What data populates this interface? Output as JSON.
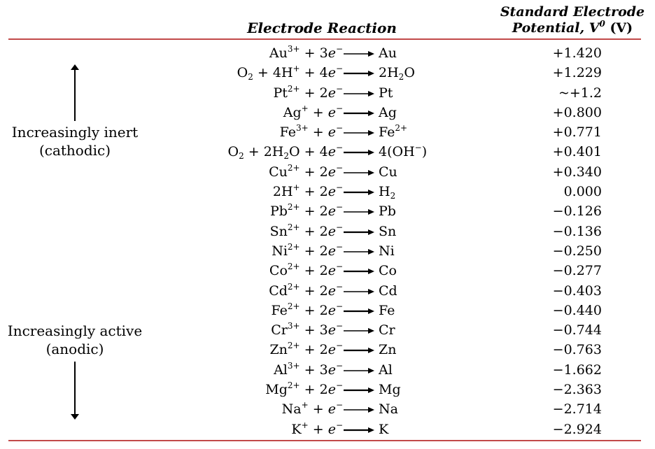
{
  "header": {
    "reaction": "Electrode Reaction",
    "potential_line1": "Standard Electrode",
    "potential_line2": "Potential, V",
    "potential_sup": "0",
    "potential_unit": "(V)"
  },
  "labels": {
    "inert_1": "Increasingly inert",
    "inert_2": "(cathodic)",
    "active_1": "Increasingly active",
    "active_2": "(anodic)"
  },
  "rows": [
    {
      "lhs": "Au<sup>3+</sup> + 3<i>e</i><sup>−</sup>",
      "rhs": "Au",
      "potential": "+1.420"
    },
    {
      "lhs": "O<sub>2</sub> + 4H<sup>+</sup> + 4<i>e</i><sup>−</sup>",
      "rhs": "2H<sub>2</sub>O",
      "potential": "+1.229"
    },
    {
      "lhs": "Pt<sup>2+</sup> + 2<i>e</i><sup>−</sup>",
      "rhs": "Pt",
      "potential": "~+1.2"
    },
    {
      "lhs": "Ag<sup>+</sup> + <i>e</i><sup>−</sup>",
      "rhs": "Ag",
      "potential": "+0.800"
    },
    {
      "lhs": "Fe<sup>3+</sup> + <i>e</i><sup>−</sup>",
      "rhs": "Fe<sup>2+</sup>",
      "potential": "+0.771"
    },
    {
      "lhs": "O<sub>2</sub> + 2H<sub>2</sub>O + 4<i>e</i><sup>−</sup>",
      "rhs": "4(OH<sup>−</sup>)",
      "potential": "+0.401"
    },
    {
      "lhs": "Cu<sup>2+</sup> + 2<i>e</i><sup>−</sup>",
      "rhs": "Cu",
      "potential": "+0.340"
    },
    {
      "lhs": "2H<sup>+</sup> + 2<i>e</i><sup>−</sup>",
      "rhs": "H<sub>2</sub>",
      "potential": "0.000"
    },
    {
      "lhs": "Pb<sup>2+</sup> + 2<i>e</i><sup>−</sup>",
      "rhs": "Pb",
      "potential": "−0.126"
    },
    {
      "lhs": "Sn<sup>2+</sup> + 2<i>e</i><sup>−</sup>",
      "rhs": "Sn",
      "potential": "−0.136"
    },
    {
      "lhs": "Ni<sup>2+</sup> + 2<i>e</i><sup>−</sup>",
      "rhs": "Ni",
      "potential": "−0.250"
    },
    {
      "lhs": "Co<sup>2+</sup> + 2<i>e</i><sup>−</sup>",
      "rhs": "Co",
      "potential": "−0.277"
    },
    {
      "lhs": "Cd<sup>2+</sup> + 2<i>e</i><sup>−</sup>",
      "rhs": "Cd",
      "potential": "−0.403"
    },
    {
      "lhs": "Fe<sup>2+</sup> + 2<i>e</i><sup>−</sup>",
      "rhs": "Fe",
      "potential": "−0.440"
    },
    {
      "lhs": "Cr<sup>3+</sup> + 3<i>e</i><sup>−</sup>",
      "rhs": "Cr",
      "potential": "−0.744"
    },
    {
      "lhs": "Zn<sup>2+</sup> + 2<i>e</i><sup>−</sup>",
      "rhs": "Zn",
      "potential": "−0.763"
    },
    {
      "lhs": "Al<sup>3+</sup> + 3<i>e</i><sup>−</sup>",
      "rhs": "Al",
      "potential": "−1.662"
    },
    {
      "lhs": "Mg<sup>2+</sup> + 2<i>e</i><sup>−</sup>",
      "rhs": "Mg",
      "potential": "−2.363"
    },
    {
      "lhs": "Na<sup>+</sup> + <i>e</i><sup>−</sup>",
      "rhs": "Na",
      "potential": "−2.714"
    },
    {
      "lhs": "K<sup>+</sup> + <i>e</i><sup>−</sup>",
      "rhs": "K",
      "potential": "−2.924"
    }
  ],
  "colors": {
    "rule": "#c24a4a",
    "text": "#000000"
  }
}
